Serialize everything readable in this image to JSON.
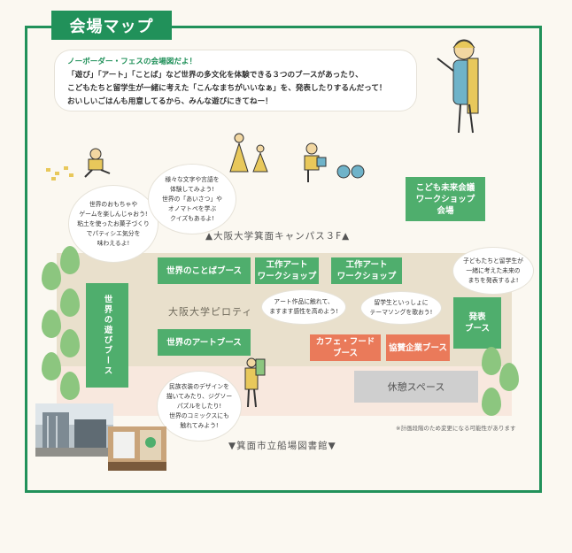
{
  "title": "会場マップ",
  "intro": {
    "lines": [
      "ノーボーダー・フェスの会場図だよ！",
      "「遊び」「アート」「ことば」など世界の多文化を体験できる３つのブースがあったり、",
      "こどもたちと留学生が一緒に考えた「こんなまちがいいなぁ」を、発表したりするんだって！",
      "おいしいごはんも用意してるから、みんな遊びにきてねー！"
    ]
  },
  "labels": {
    "campus": "▲大阪大学箕面キャンパス３F▲",
    "pilotis": "大阪大学ピロティ",
    "library": "▼箕面市立船場図書館▼",
    "note": "※計画段階のため変更になる可能性があります"
  },
  "booths": {
    "kotoba": "世界のことばブース",
    "art": "世界のアートブース",
    "asobi": "世界の遊びブース",
    "workshop1": [
      "工作アート",
      "ワークショップ"
    ],
    "workshop2": [
      "工作アート",
      "ワークショップ"
    ],
    "future": [
      "こども未来会議",
      "ワークショップ",
      "会場"
    ],
    "presentation": [
      "発表",
      "ブース"
    ],
    "cafe": [
      "カフェ・フード",
      "ブース"
    ],
    "sponsor": "協賛企業ブース",
    "rest": "休憩スペース"
  },
  "bubbles": {
    "asobi": [
      "世界のおもちゃや",
      "ゲームを楽しんじゃおう!",
      "粘土を使ったお菓子づくり",
      "でパティシエ気分を",
      "味わえるよ!"
    ],
    "kotoba": [
      "様々な文字や言語を",
      "体験してみよう!",
      "世界の「あいさつ」や",
      "オノマトペを学ぶ",
      "クイズもあるよ!"
    ],
    "workshop": [
      "アート作品に触れて、",
      "ますます感性を高めよう!"
    ],
    "exchange": [
      "留学生といっしょに",
      "テーマソングを歌おう!"
    ],
    "presentation": [
      "子どもたちと留学生が",
      "一緒に考えた未来の",
      "まちを発表するよ!"
    ],
    "art": [
      "民族衣装のデザインを",
      "描いてみたり、ジグソー",
      "パズルをしたり!",
      "世界のコミックスにも",
      "触れてみよう!"
    ]
  },
  "colors": {
    "brand_green": "#21915a",
    "booth_green": "#4fae6d",
    "booth_orange": "#ea7a5a",
    "rest_gray": "#cfcfcf",
    "venue_beige": "#e9e0cc"
  }
}
